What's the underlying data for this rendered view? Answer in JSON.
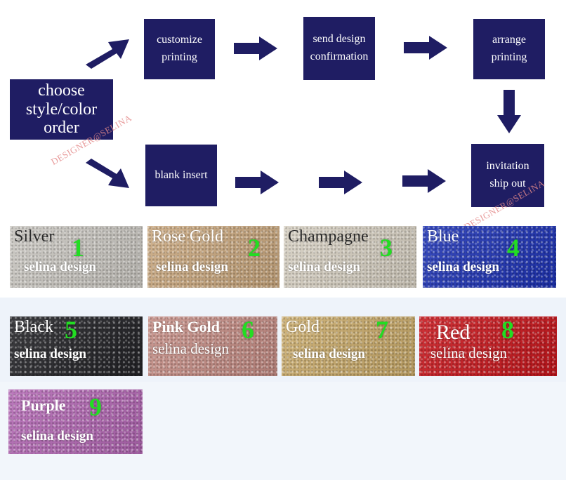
{
  "flow": {
    "choose": "choose\nstyle/color\norder",
    "customize": "customize\nprinting",
    "send_design": "send design\nconfirmation",
    "arrange": "arrange\nprinting",
    "blank_insert": "blank insert",
    "invitation": "invitation\nship out",
    "box_color": "#1f1d63"
  },
  "watermarks": [
    "DESIGNER@SELINA",
    "DESIGNER@SELINA"
  ],
  "swatches": [
    {
      "name": "Silver",
      "number": "1",
      "tag": "selina design",
      "color": "#c9c6c0"
    },
    {
      "name": "Rose Gold",
      "number": "2",
      "tag": "selina design",
      "color": "#c9a77e"
    },
    {
      "name": "Champagne",
      "number": "3",
      "tag": "selina design",
      "color": "#d6cfc1"
    },
    {
      "name": "Blue",
      "number": "4",
      "tag": "selina design",
      "color": "#1e33b5"
    },
    {
      "name": "Black",
      "number": "5",
      "tag": "selina design",
      "color": "#222226"
    },
    {
      "name": "Pink Gold",
      "number": "6",
      "tag": "selina design",
      "color": "#c48c84"
    },
    {
      "name": "Gold",
      "number": "7",
      "tag": "selina design",
      "color": "#c9aa6a"
    },
    {
      "name": "Red",
      "number": "8",
      "tag": "selina design",
      "color": "#c8161c"
    },
    {
      "name": "Purple",
      "number": "9",
      "tag": "selina design",
      "color": "#b267b3"
    }
  ]
}
